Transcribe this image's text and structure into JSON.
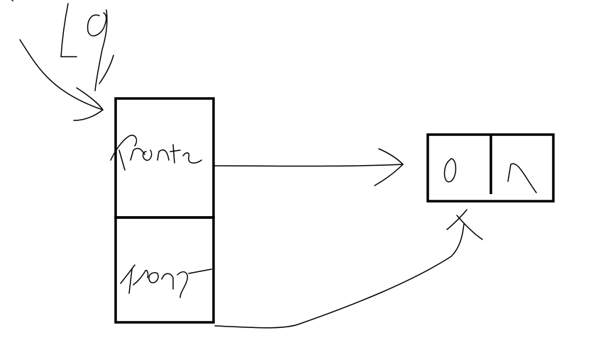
{
  "queue_struct": {
    "pointer_label": "LQ",
    "fields": [
      "front",
      "rear"
    ]
  },
  "head_node": {
    "data": "0",
    "next": "∧"
  },
  "colors": {
    "ink": "#000000",
    "background": "#ffffff"
  }
}
